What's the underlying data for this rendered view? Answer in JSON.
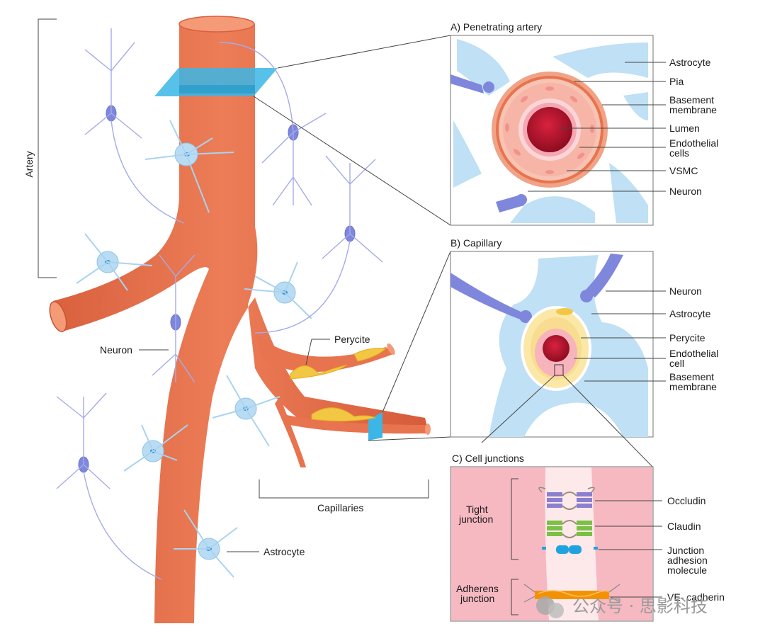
{
  "left_labels": {
    "artery": "Artery",
    "neuron": "Neuron",
    "perycite": "Perycite",
    "capillaries": "Capillaries",
    "astrocyte": "Astrocyte"
  },
  "panel_a": {
    "title": "A) Penetrating artery",
    "labels": [
      "Astrocyte",
      "Pia",
      "Basement",
      "membrane",
      "Lumen",
      "Endothelial",
      "cells",
      "VSMC",
      "Neuron"
    ]
  },
  "panel_b": {
    "title": "B) Capillary",
    "labels": [
      "Neuron",
      "Astrocyte",
      "Perycite",
      "Endothelial",
      "cell",
      "Basement",
      "membrane"
    ]
  },
  "panel_c": {
    "title": "C) Cell junctions",
    "group_tight": [
      "Tight",
      "junction"
    ],
    "group_adherens": [
      "Adherens",
      "junction"
    ],
    "labels": [
      "Occludin",
      "Claudin",
      "Junction",
      "adhesion",
      "molecule",
      "VE- cadherin"
    ]
  },
  "watermark": "公众号 · 思影科技",
  "colors": {
    "artery": "#e8734f",
    "astrocyte": "#b9dcf2",
    "neuron": "#8b93e0",
    "perycite": "#f2c744",
    "lumen": "#b5122b"
  }
}
